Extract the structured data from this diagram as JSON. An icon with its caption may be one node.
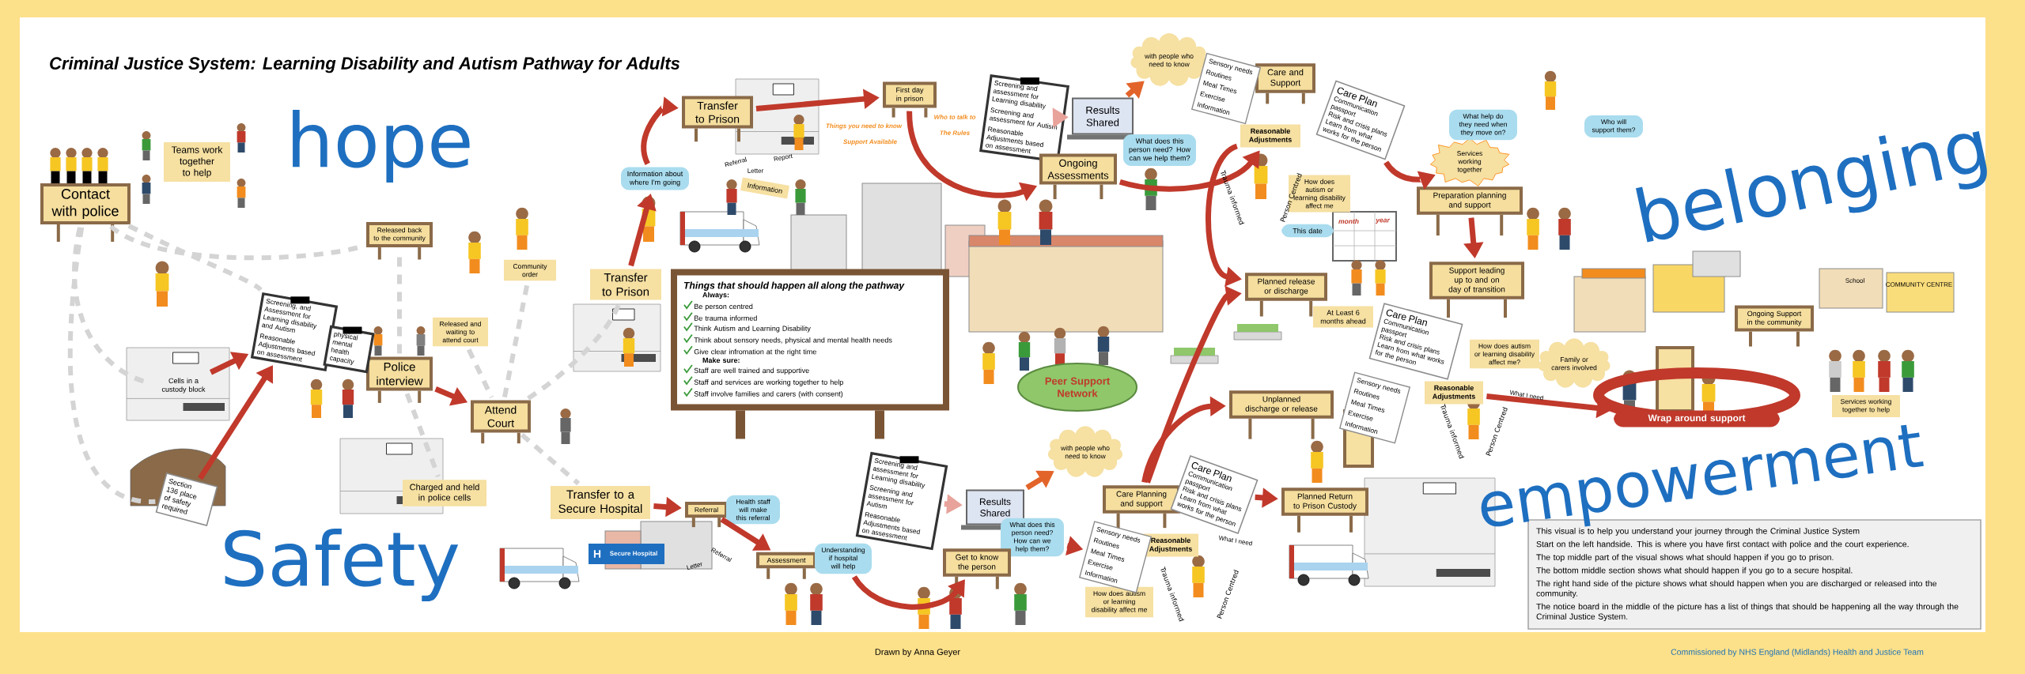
{
  "diagram": {
    "title": "Criminal Justice System: Learning Disability and Autism Pathway for Adults",
    "nodes": [
      {
        "text": [
          "Contact with police"
        ]
      },
      {
        "text": [
          "Teams work together to help"
        ]
      },
      {
        "text": [
          "Released back to the community"
        ]
      },
      {
        "text": [
          "Community order"
        ]
      },
      {
        "text": [
          "Information about where I'm going"
        ]
      },
      {
        "text": [
          "Transfer to Prison"
        ]
      },
      {
        "text": [
          "Cells in a custody block"
        ]
      },
      {
        "text": [
          "Section 136 place of safety required"
        ]
      },
      {
        "text": [
          "Screening, and Assessment for Learning disability and Autism",
          "Reasonable Adjustments based on assessment"
        ]
      },
      {
        "text": [
          "Police interview"
        ]
      },
      {
        "text": [
          "Released and waiting to attend court"
        ]
      },
      {
        "text": [
          "Charged and held in police cells"
        ]
      },
      {
        "text": [
          "Attend Court"
        ]
      },
      {
        "text": [
          "Transfer to a Secure Hospital"
        ]
      },
      {
        "text": [
          "Transfer to Prison"
        ]
      },
      {
        "text": [
          "First day in prison"
        ]
      },
      {
        "text": [
          "Screening and assessment for Learning disability",
          "Screening and assessment for Autism",
          "Reasonable Adjustments based on assessment"
        ]
      },
      {
        "text": [
          "Results Shared"
        ]
      },
      {
        "text": [
          "with people who need to know"
        ]
      },
      {
        "text": [
          "What does this person need? How can we help them?"
        ]
      },
      {
        "text": [
          "Ongoing Assessments"
        ]
      },
      {
        "text": [
          "Care and Support"
        ]
      },
      {
        "text": [
          "Reasonable Adjustments"
        ]
      },
      {
        "text": [
          "How does autism or learning disability affect me"
        ]
      },
      {
        "text": [
          "Care Plan",
          "Communication passport",
          "Risk and crisis plans",
          "Learn from what works for the person"
        ]
      },
      {
        "text": [
          "This date"
        ]
      },
      {
        "text": [
          "Planned release or discharge"
        ]
      },
      {
        "text": [
          "At Least 6 months ahead"
        ]
      },
      {
        "text": [
          "Services working together"
        ]
      },
      {
        "text": [
          "What help do they need when they move on?"
        ]
      },
      {
        "text": [
          "Who will support them?"
        ]
      },
      {
        "text": [
          "Preparation planning and support"
        ]
      },
      {
        "text": [
          "Support leading up to and on day of transition"
        ]
      },
      {
        "text": [
          "How does autism or learning disability affect me?"
        ]
      },
      {
        "text": [
          "Reasonable Adjustments"
        ]
      },
      {
        "text": [
          "Family or carers involved"
        ]
      },
      {
        "text": [
          "Wrap around support"
        ]
      },
      {
        "text": [
          "Ongoing Support in the community"
        ]
      },
      {
        "text": [
          "Services working together to help"
        ]
      },
      {
        "text": [
          "Unplanned discharge or release"
        ]
      },
      {
        "text": [
          "Care Planning and support"
        ]
      },
      {
        "text": [
          "Planned Return to Prison Custody"
        ]
      },
      {
        "text": [
          "Referral"
        ]
      },
      {
        "text": [
          "Health staff will make this referral"
        ]
      },
      {
        "text": [
          "Assessment"
        ]
      },
      {
        "text": [
          "Understanding if hospital will help"
        ]
      },
      {
        "text": [
          "Screening and assessment for Learning disability",
          "Screening and assessment for Autism",
          "Reasonable Adjustments based on assessment"
        ]
      },
      {
        "text": [
          "Results Shared"
        ]
      },
      {
        "text": [
          "with people who need to know"
        ]
      },
      {
        "text": [
          "What does this person need? How can we help them?"
        ]
      },
      {
        "text": [
          "Get to know the person"
        ]
      },
      {
        "text": [
          "Reasonable Adjustments"
        ]
      },
      {
        "text": [
          "How does autism or learning disability affect me"
        ]
      },
      {
        "text": [
          "Peer Support Network"
        ]
      },
      {
        "text": [
          "Things that should happen all along the pathway",
          "Always:",
          "Be person centred",
          "Be trauma informed",
          "Think Autism and Learning Disability",
          "Think about sensory needs, physical and mental health needs",
          "Give clear infromation at the right time",
          "Make sure:",
          "Staff are well trained and supportive",
          "Staff and services are working together to help",
          "Staff involve families and carers (with consent)"
        ]
      },
      {
        "text": [
          "This visual is to help you understand your journey through the Criminal Justice System",
          "Start on the left handside. This is where you have first contact with police and the court experience.",
          "The top middle part of the visual shows what should happen if you go to prison.",
          "The bottom middle section shows what should happen if you go to a secure hospital.",
          "The right hand side of the picture shows what should happen when you are discharged or released into the community.",
          "The notice board in the middle of the picture has a list of things that should be happening all the way through the Criminal Justice System."
        ]
      },
      {
        "text": [
          "Care Plan",
          "Communication passport",
          "Risk and crisis plans",
          "Learn from what works for the person"
        ]
      },
      {
        "text": [
          "Care Plan",
          "Communication passport",
          "Risk and crisis plans",
          "Learn from what works for the person"
        ]
      },
      {
        "text": [
          "Sensory needs",
          "Routines",
          "Meal Times",
          "Exercise",
          "Information"
        ]
      },
      {
        "text": [
          "Sensory needs",
          "Routines",
          "Meal Times",
          "Exercise",
          "Information"
        ]
      },
      {
        "text": [
          "Sensory needs",
          "Routines",
          "Meal Times",
          "Exercise",
          "Information"
        ]
      },
      {
        "text": [
          "physical mental health capacity"
        ]
      },
      {
        "text": [
          "Information"
        ]
      }
    ],
    "edges": [
      {
        "from": 6,
        "to": 8,
        "arrow": "to"
      },
      {
        "from": 7,
        "to": 8,
        "arrow": "to"
      },
      {
        "from": 9,
        "to": 12,
        "arrow": "to"
      },
      {
        "from": 5,
        "to": 4,
        "arrow": "to"
      },
      {
        "from": 4,
        "to": 14,
        "arrow": "to"
      },
      {
        "from": 14,
        "to": 15,
        "arrow": "to"
      },
      {
        "from": 15,
        "to": 20,
        "arrow": "to"
      },
      {
        "from": 16,
        "to": 17,
        "arrow": "to",
        "color": "#e8a39b"
      },
      {
        "from": 17,
        "to": 18,
        "arrow": "to",
        "color": "#e2642a"
      },
      {
        "from": 20,
        "to": 22,
        "arrow": "to"
      },
      {
        "from": 22,
        "to": 26,
        "arrow": "to"
      },
      {
        "from": 24,
        "to": 28,
        "arrow": "to"
      },
      {
        "from": 31,
        "to": 32,
        "arrow": "to"
      },
      {
        "from": 34,
        "to": 36,
        "arrow": "to"
      },
      {
        "from": 13,
        "to": 42,
        "arrow": "to"
      },
      {
        "from": 42,
        "to": 44,
        "arrow": "to"
      },
      {
        "from": 45,
        "to": 50,
        "arrow": "to"
      },
      {
        "from": 46,
        "to": 47,
        "arrow": "to",
        "color": "#e8a39b"
      },
      {
        "from": 47,
        "to": 48,
        "arrow": "to",
        "color": "#e2642a"
      },
      {
        "from": 49,
        "to": 60,
        "arrow": "to"
      },
      {
        "from": 57,
        "to": 41,
        "arrow": "to"
      },
      {
        "from": 40,
        "to": 39,
        "arrow": "to"
      },
      {
        "from": 40,
        "to": 26,
        "arrow": "to"
      },
      {
        "from": 0,
        "to": 6,
        "arrow": "none",
        "style": "dashed",
        "color": "#d4d4d4"
      },
      {
        "from": 0,
        "to": 7,
        "arrow": "none",
        "style": "dashed",
        "color": "#d4d4d4"
      },
      {
        "from": 0,
        "to": 2,
        "arrow": "none",
        "style": "dashed",
        "color": "#d4d4d4"
      },
      {
        "from": 0,
        "to": 8,
        "arrow": "none",
        "style": "dashed",
        "color": "#d4d4d4"
      },
      {
        "from": 9,
        "to": 2,
        "arrow": "none",
        "style": "dashed",
        "color": "#d4d4d4"
      },
      {
        "from": 9,
        "to": 11,
        "arrow": "none",
        "style": "dashed",
        "color": "#d4d4d4"
      },
      {
        "from": 10,
        "to": 12,
        "arrow": "none",
        "style": "dashed",
        "color": "#d4d4d4"
      },
      {
        "from": 12,
        "to": 3,
        "arrow": "none",
        "style": "dashed",
        "color": "#d4d4d4"
      },
      {
        "from": 12,
        "to": 5,
        "arrow": "none",
        "style": "dashed",
        "color": "#d4d4d4"
      },
      {
        "from": 12,
        "to": 13,
        "arrow": "none",
        "style": "dashed",
        "color": "#d4d4d4"
      }
    ],
    "labels": [
      "hope",
      "Referral",
      "Letter",
      "Report",
      "Things you need to know",
      "Support Available",
      "Who to talk to",
      "The Rules",
      "Trauma informed",
      "Person Centred",
      "month",
      "year",
      "belonging",
      "Safety",
      "H",
      "Secure Hospital",
      "Letter",
      "Referral",
      "Trauma informed",
      "Person Centred",
      "What I need",
      "School",
      "COMMUNITY CENTRE",
      "empowerment",
      "Trauma informed",
      "Person Centred",
      "What I need",
      "Drawn by Anna Geyer",
      "Commissioned by NHS England (Midlands) Health and Justice Team"
    ]
  }
}
